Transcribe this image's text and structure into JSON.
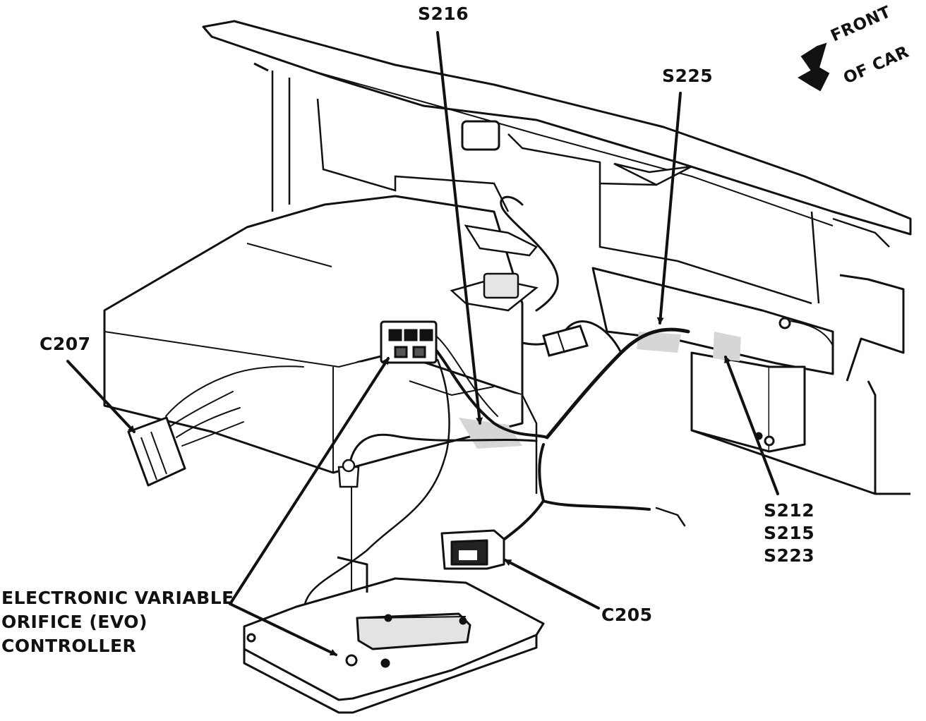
{
  "labels": {
    "s216": "S216",
    "s225": "S225",
    "c207": "C207",
    "c205": "C205",
    "s212": "S212",
    "s215": "S215",
    "s223": "S223",
    "evo_line1": "ELECTRONIC VARIABLE",
    "evo_line2": "ORIFICE (EVO)",
    "evo_line3": "CONTROLLER",
    "front_line1": "FRONT",
    "front_line2": "OF CAR"
  },
  "colors": {
    "ink": "#111111",
    "shade": "#d6d6d6",
    "background": "#ffffff"
  }
}
